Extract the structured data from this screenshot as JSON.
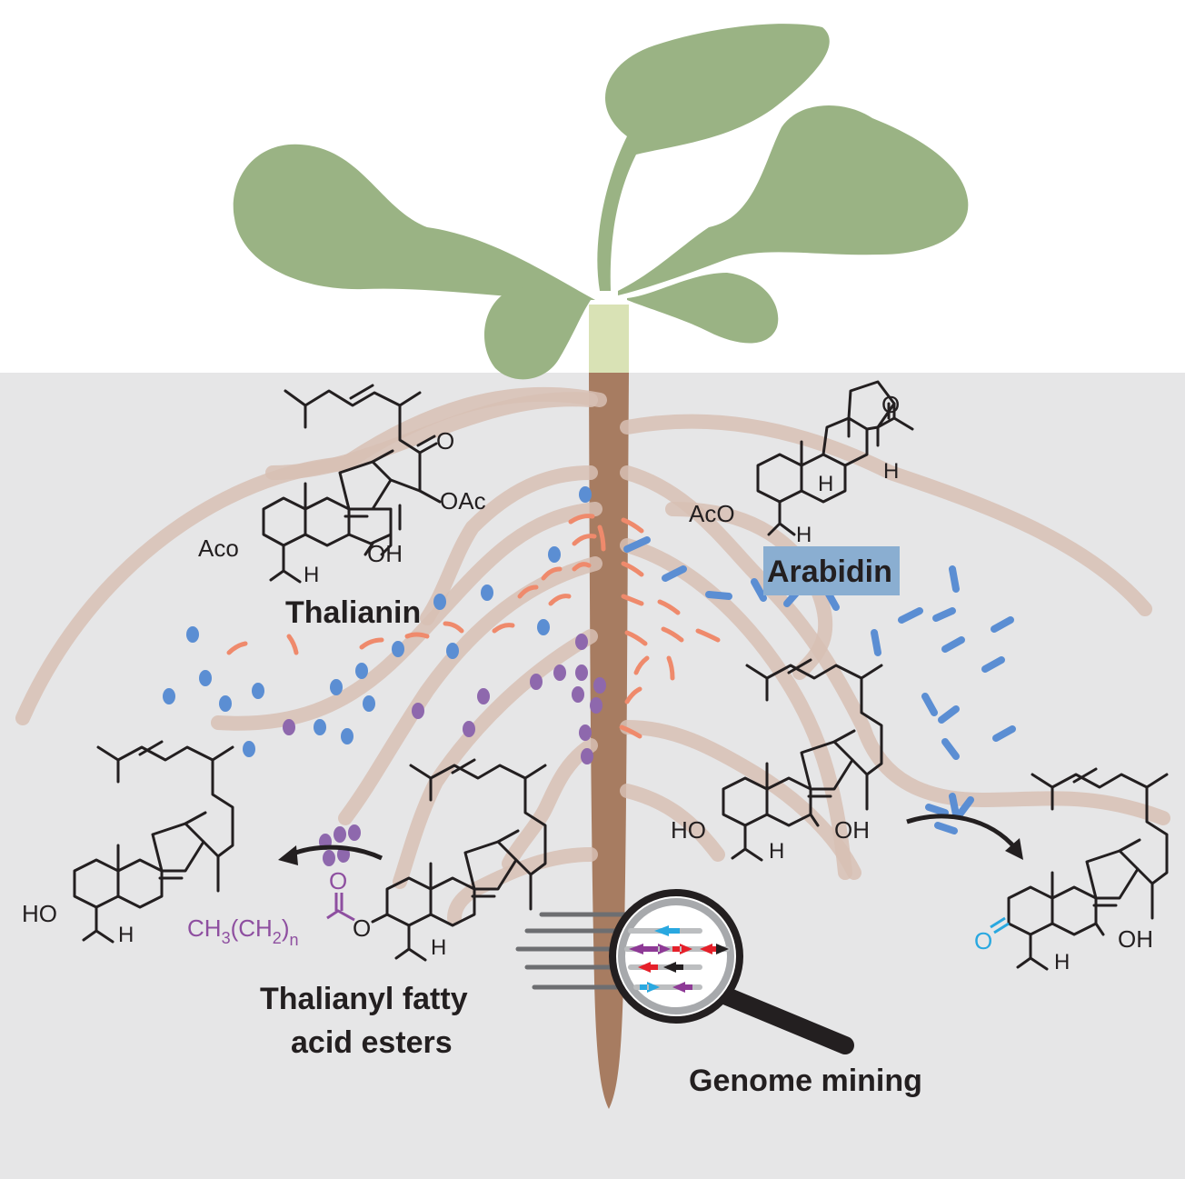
{
  "labels": {
    "thalianin": "Thalianin",
    "arabidin": "Arabidin",
    "esters_line1": "Thalianyl fatty",
    "esters_line2": "acid esters",
    "genome_mining": "Genome mining"
  },
  "chem_text": {
    "thalianin_oac": "OAc",
    "thalianin_o": "O",
    "thalianin_aco": "Aco",
    "thalianin_oh": "OH",
    "thalianin_h": "H",
    "arabidin_o": "O",
    "arabidin_aco": "AcO",
    "arabidin_h_top": "H",
    "arabidin_h_mid": "H",
    "arabidin_h_bot": "H",
    "thalianol_ho": "HO",
    "thalianol_h": "H",
    "ester_acyl_ch3": "CH",
    "ester_sub_3": "3",
    "ester_ch2": "(CH",
    "ester_sub_2": "2",
    "ester_paren": ")",
    "ester_sub_n": "n",
    "ester_carbonyl_o": "O",
    "ester_link_o": "O",
    "ester_h": "H",
    "diol_ho": "HO",
    "diol_oh": "OH",
    "diol_h": "H",
    "ketone_o": "O",
    "ketone_oh": "OH",
    "ketone_h": "H"
  },
  "colors": {
    "soil": "#e6e6e7",
    "leaf": "#9ab384",
    "stem": "#d9e2b5",
    "taproot": "#a77c61",
    "root_hair": "#d7c0b4",
    "orange_bacteria": "#ef8a6c",
    "blue_bacteria": "#5b8ed3",
    "purple_bacteria": "#8e68ad",
    "acyl_purple": "#8e4fa0",
    "ketone_cyan": "#29a8e0",
    "arabidin_highlight": "#8aaed1",
    "gene_red": "#e5202a",
    "gene_cyan": "#29a8e0",
    "gene_purple": "#8e3a96",
    "gene_black": "#231f20"
  },
  "icons": [
    "magnifying-glass-icon",
    "reaction-arrow-icon"
  ]
}
